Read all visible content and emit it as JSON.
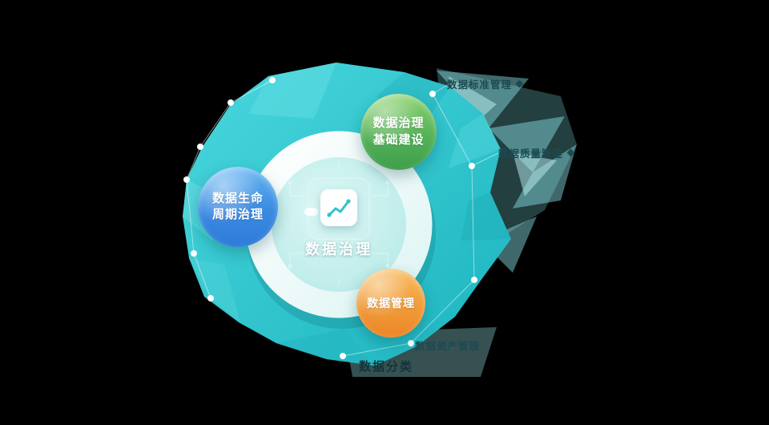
{
  "canvas": {
    "background": "#000000",
    "blob_color": "#2EC6CF",
    "ring_color": "#EAFBFA",
    "inner_disc_color": "#C9F0EE"
  },
  "center": {
    "title": "数据治理",
    "icon": "line-chart-icon",
    "accent": "#2EC5CE"
  },
  "nodes": {
    "infrastructure": {
      "lines": [
        "数据治理",
        "基础建设"
      ],
      "color": "#4FAE55"
    },
    "lifecycle": {
      "lines": [
        "数据生命",
        "周期治理"
      ],
      "color": "#2F7CD8"
    },
    "management": {
      "lines": [
        "数据管理"
      ],
      "color": "#EE8B2C"
    }
  },
  "peripheral_labels": {
    "top": "数据标准管理",
    "right": "数据质量管理",
    "bottom_right": "数据资产管理",
    "bottom": "数据分类"
  }
}
